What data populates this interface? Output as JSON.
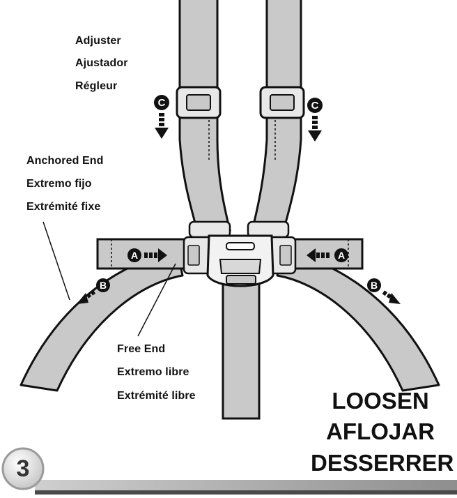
{
  "adjuster": {
    "en": "Adjuster",
    "es": "Ajustador",
    "fr": "Régleur"
  },
  "anchored_end": {
    "en": "Anchored End",
    "es": "Extremo fijo",
    "fr": "Extrémité fixe"
  },
  "free_end": {
    "en": "Free End",
    "es": "Extremo libre",
    "fr": "Extrémité libre"
  },
  "action": {
    "en": "LOOSEN",
    "es": "AFLOJAR",
    "fr": "DESSERRER"
  },
  "step": {
    "number": "3"
  },
  "markers": {
    "a": "A",
    "b": "B",
    "c": "C"
  },
  "colors": {
    "strap": "#c9c9c9",
    "outline": "#111111",
    "accent_bar": "#9a9a9a"
  },
  "icons": [
    "arrow-right-icon",
    "arrow-left-icon",
    "arrow-down-icon",
    "arrow-down-left-icon",
    "arrow-down-right-icon"
  ]
}
